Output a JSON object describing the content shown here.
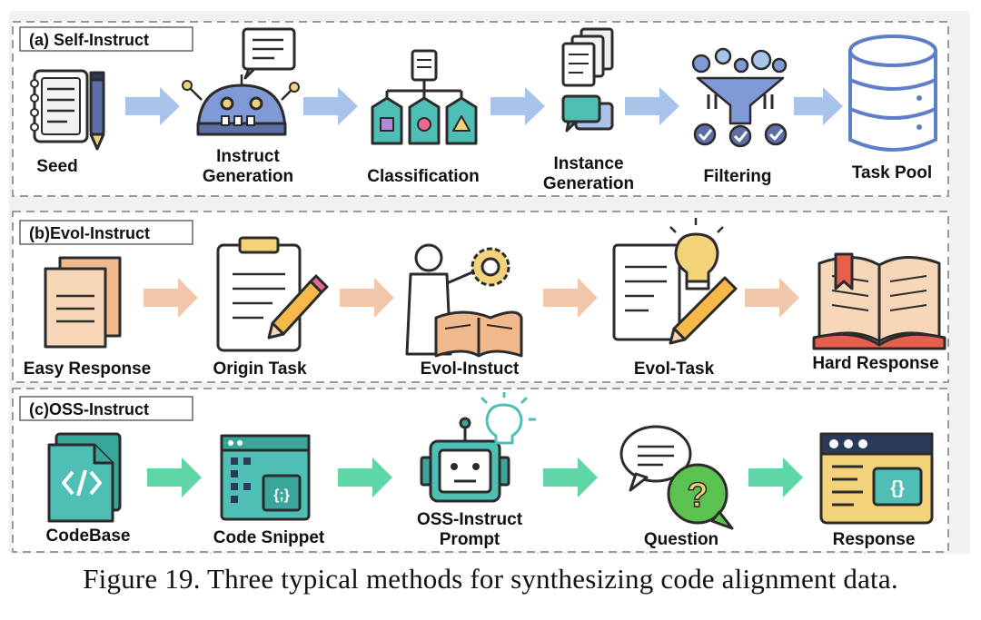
{
  "sections": [
    {
      "title": "(a) Self-Instruct",
      "steps": [
        {
          "label_lines": [
            "Seed"
          ],
          "icon": "notebook-pen-icon"
        },
        {
          "label_lines": [
            "Instruct",
            "Generation"
          ],
          "icon": "robot-speech-icon"
        },
        {
          "label_lines": [
            "Classification"
          ],
          "icon": "hierarchy-tree-icon"
        },
        {
          "label_lines": [
            "Instance",
            "Generation"
          ],
          "icon": "documents-chat-icon"
        },
        {
          "label_lines": [
            "Filtering"
          ],
          "icon": "funnel-check-icon"
        },
        {
          "label_lines": [
            "Task Pool"
          ],
          "icon": "database-icon"
        }
      ]
    },
    {
      "title": "(b)Evol-Instruct",
      "steps": [
        {
          "label_lines": [
            "Easy Response"
          ],
          "icon": "stacked-papers-icon"
        },
        {
          "label_lines": [
            "Origin Task"
          ],
          "icon": "clipboard-pencil-icon"
        },
        {
          "label_lines": [
            "Evol-Instuct"
          ],
          "icon": "person-gear-book-icon"
        },
        {
          "label_lines": [
            "Evol-Task"
          ],
          "icon": "document-bulb-pencil-icon"
        },
        {
          "label_lines": [
            "Hard Response"
          ],
          "icon": "open-book-icon"
        }
      ]
    },
    {
      "title": "(c)OSS-Instruct",
      "steps": [
        {
          "label_lines": [
            "CodeBase"
          ],
          "icon": "code-files-icon"
        },
        {
          "label_lines": [
            "Code Snippet"
          ],
          "icon": "code-window-icon"
        },
        {
          "label_lines": [
            "OSS-Instruct",
            "Prompt"
          ],
          "icon": "robot-bulb-icon"
        },
        {
          "label_lines": [
            "Question"
          ],
          "icon": "speech-question-icon"
        },
        {
          "label_lines": [
            "Response"
          ],
          "icon": "code-browser-icon"
        }
      ]
    }
  ],
  "caption": "Figure 19. Three typical methods for synthesizing code alignment data.",
  "colors": {
    "arrow_blue": "#a8c4ea",
    "arrow_peach": "#f2c6a9",
    "arrow_green": "#5fd6a8",
    "outline": "#2b2b2b",
    "teal": "#4fbfb6",
    "navy": "#2b3a5a"
  }
}
